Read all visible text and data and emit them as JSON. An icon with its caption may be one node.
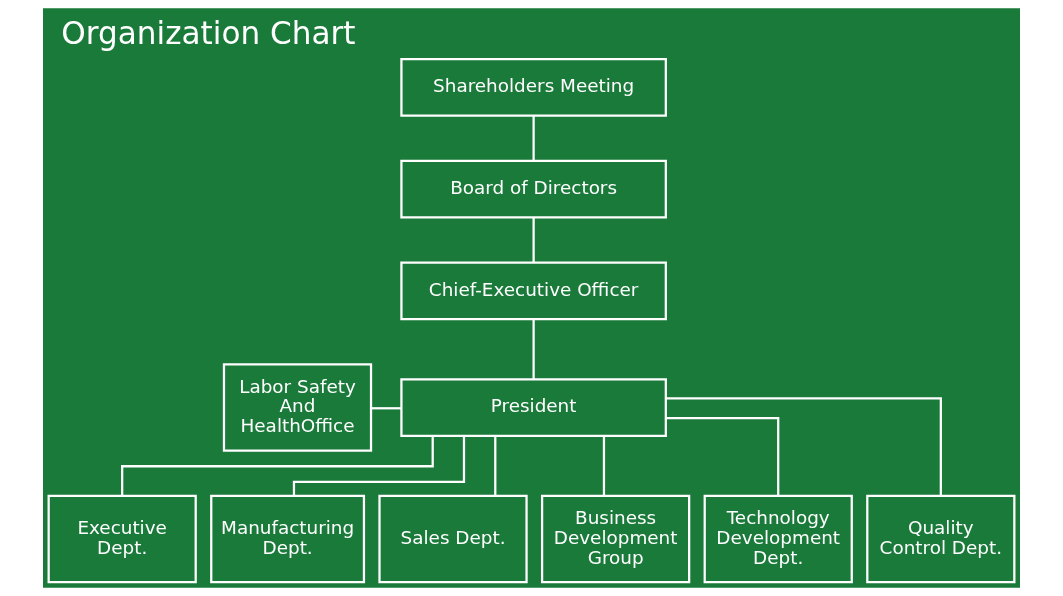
{
  "diagram": {
    "title": "Organization Chart",
    "nodes": [
      {
        "text": [
          "Shareholders Meeting"
        ]
      },
      {
        "text": [
          "Board of Directors"
        ]
      },
      {
        "text": [
          "Chief-Executive Officer"
        ]
      },
      {
        "text": [
          "Labor Safety And HealthOffice"
        ]
      },
      {
        "text": [
          "President"
        ]
      },
      {
        "text": [
          "Executive Dept."
        ]
      },
      {
        "text": [
          "Manufacturing Dept."
        ]
      },
      {
        "text": [
          "Sales Dept."
        ]
      },
      {
        "text": [
          "Business Development Group"
        ]
      },
      {
        "text": [
          "Technology Development Dept."
        ]
      },
      {
        "text": [
          "Quality Control Dept."
        ]
      }
    ],
    "edges": [
      {
        "from": 0,
        "to": 1,
        "arrow": "none"
      },
      {
        "from": 1,
        "to": 2,
        "arrow": "none"
      },
      {
        "from": 2,
        "to": 4,
        "arrow": "none"
      },
      {
        "from": 3,
        "to": 4,
        "arrow": "none"
      },
      {
        "from": 4,
        "to": 5,
        "arrow": "none"
      },
      {
        "from": 4,
        "to": 6,
        "arrow": "none"
      },
      {
        "from": 4,
        "to": 7,
        "arrow": "none"
      },
      {
        "from": 4,
        "to": 8,
        "arrow": "none"
      },
      {
        "from": 4,
        "to": 9,
        "arrow": "none"
      },
      {
        "from": 4,
        "to": 10,
        "arrow": "none"
      }
    ]
  }
}
